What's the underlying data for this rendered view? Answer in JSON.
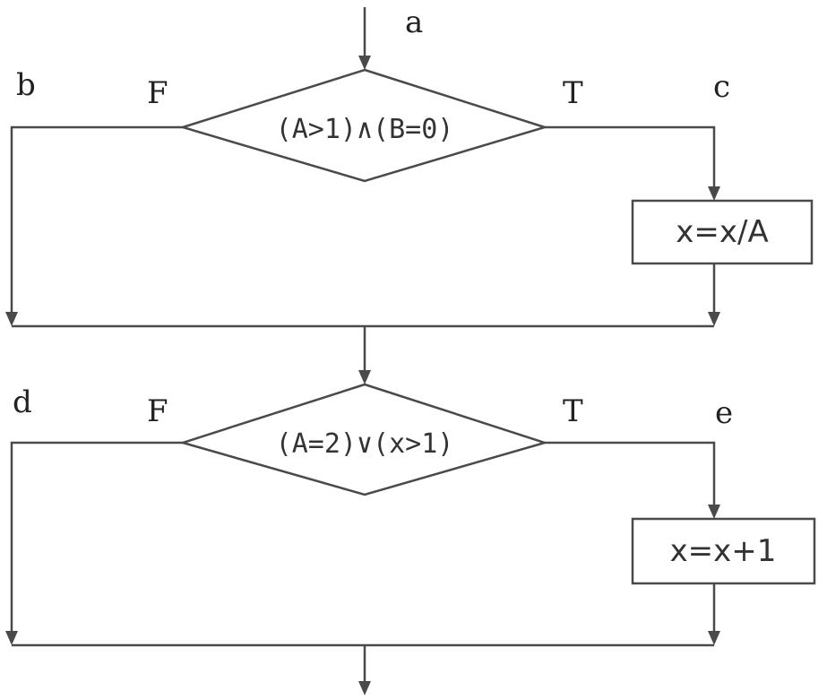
{
  "flowchart": {
    "path_labels": {
      "a": "a",
      "b": "b",
      "c": "c",
      "d": "d",
      "e": "e"
    },
    "decision_1": {
      "condition": "(A>1)∧(B=0)",
      "false_label": "F",
      "true_label": "T"
    },
    "process_1": {
      "text": "x=x/A"
    },
    "decision_2": {
      "condition": "(A=2)∨(x>1)",
      "false_label": "F",
      "true_label": "T"
    },
    "process_2": {
      "text": "x=x+1"
    }
  }
}
